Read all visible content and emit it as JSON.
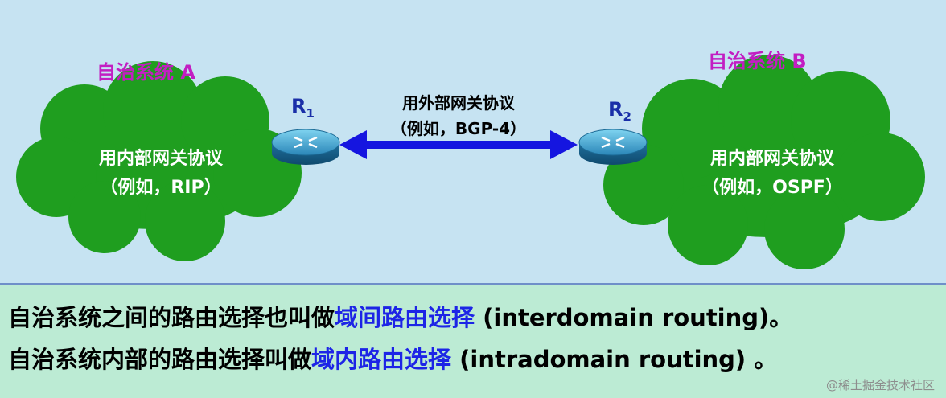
{
  "as_a": {
    "title": "自治系统 A",
    "protocol_line1": "用内部网关协议",
    "protocol_line2": "（例如，RIP）"
  },
  "as_b": {
    "title": "自治系统 B",
    "protocol_line1": "用内部网关协议",
    "protocol_line2": "（例如，OSPF）"
  },
  "router1": {
    "label": "R",
    "sub": "1"
  },
  "router2": {
    "label": "R",
    "sub": "2"
  },
  "link": {
    "line1": "用外部网关协议",
    "line2": "（例如，BGP-4）"
  },
  "caption": {
    "line1_prefix": "自治系统之间的路由选择也叫做",
    "line1_highlight": "域间路由选择",
    "line1_suffix": " (interdomain routing)。",
    "line2_prefix": "自治系统内部的路由选择叫做",
    "line2_highlight": "域内路由选择",
    "line2_suffix": " (intradomain routing) 。"
  },
  "watermark": "@稀土掘金技术社区",
  "colors": {
    "background": "#c6e3f2",
    "cloud": "#1f9e1f",
    "as_title": "#c21ec2",
    "router_label": "#1a2fa8",
    "arrow": "#1515e0",
    "caption_band": "#bcebd4",
    "highlight": "#1d24e6"
  },
  "icons": {
    "router": "router-icon",
    "cloud": "cloud-shape",
    "arrow": "double-arrow"
  }
}
